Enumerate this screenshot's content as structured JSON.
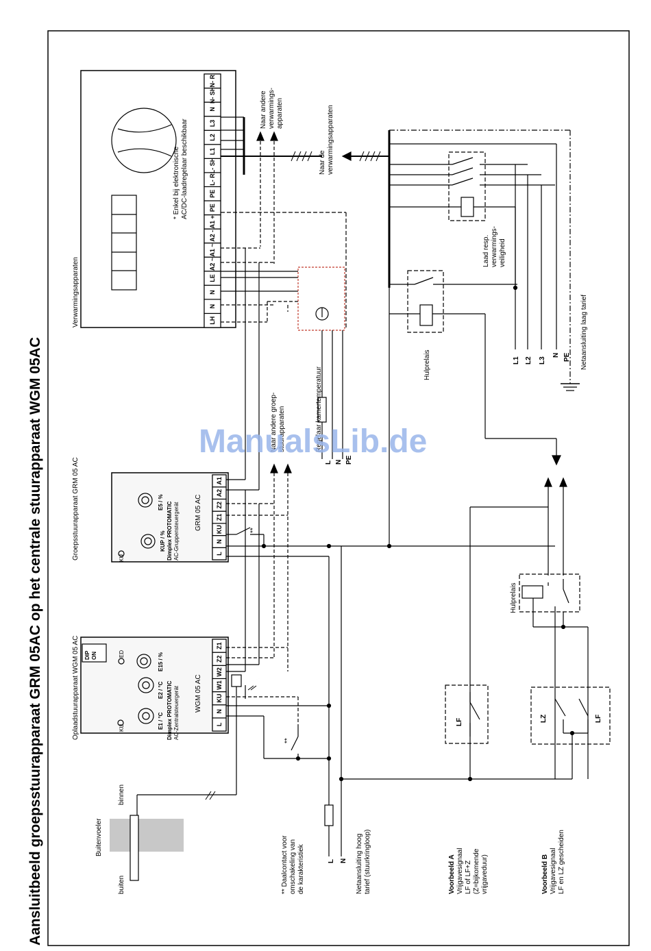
{
  "title": "Aansluitbeeld groepsstuurapparaat GRM 05AC op het centrale stuurapparaat WGM 05AC",
  "watermark": "ManualsLib.de",
  "heaters": {
    "label": "Verwarmingsapparaten",
    "note_star": "* Enkel bij elektronische",
    "note_line2": "AC/DC-laadregelaar beschikbaar",
    "to_other": [
      "Naar andere",
      "verwarmings-",
      "apparaten"
    ],
    "to_devices": [
      "Naar de",
      "verwarmingsapparaten"
    ],
    "terminals": [
      "LH",
      "N",
      "N",
      "LE",
      "A2 ~",
      "A1 ~",
      "A2 -",
      "A1 +",
      "PE",
      "PE",
      "L- R",
      "L- SH",
      "L1",
      "L2",
      "L3",
      "N",
      "N- SH",
      "N- R"
    ]
  },
  "room_controller": {
    "label": "Regelaar kamertemperatuur",
    "wires": [
      "L",
      "N",
      "PE"
    ]
  },
  "group_device": {
    "title": "Groepsstuurapparaat GRM 05 AC",
    "to_other": [
      "Naar andere groep-",
      "stuurapparaten"
    ],
    "brand": "Dimplex PROTOMATIC",
    "sub": "AC-Gruppensteuergerät",
    "model": "GRM 05 AC",
    "knob1": "KUP / %",
    "knob2": "E5 / %",
    "ku": "KU",
    "terminals": [
      "L",
      "N",
      "KU",
      "Z1",
      "Z2",
      "A2",
      "A1"
    ],
    "contact_mark": "**"
  },
  "charge_device": {
    "title": "Oplaadstuurapparaat WGM 05 AC",
    "brand": "Dimplex PROTOMATIC",
    "sub": "AC-Zentralsteuergerät",
    "model": "WGM 05 AC",
    "knobs": [
      "E1 / °C",
      "E2 / °C",
      "E15 / %"
    ],
    "ku": "KU",
    "ed": "ED",
    "dip": "DIP",
    "on": "ON",
    "terminals": [
      "L",
      "N",
      "KU",
      "W1",
      "W2",
      "Z2",
      "Z1"
    ],
    "contact_mark": "**"
  },
  "sensor": {
    "label": "Buitenvoeler",
    "outside": "buiten",
    "inside": "binnen"
  },
  "footnote": [
    "** Daalcontact voor",
    "omschakeling van",
    "de karakteristiek"
  ],
  "mains_high": {
    "wires": [
      "L",
      "N"
    ],
    "label": [
      "Netaansluiting hoog",
      "tarief (stuurkringloop)"
    ]
  },
  "mains_low": {
    "wires": [
      "L1",
      "L2",
      "L3",
      "N",
      "PE"
    ],
    "label": "Netaansluiting laag tarief"
  },
  "load_relay": [
    "Laad resp.",
    "verwarmings-",
    "veiligheid"
  ],
  "aux_relay_1": "Hulprelais",
  "aux_relay_2": "Hulprelais",
  "example_a": {
    "heading": "Voorbeeld A",
    "lines": [
      "Vrijgavesignaal",
      "LF of LF+Z",
      "(Z=bijkomende",
      "vrijgaveduur)"
    ],
    "contact": "LF"
  },
  "example_b": {
    "heading": "Voorbeeld B",
    "lines": [
      "Vrijgavesignaal",
      "LF en LZ gescheiden"
    ],
    "contacts": [
      "LZ",
      "LF"
    ]
  },
  "colors": {
    "line": "#000000",
    "box": "#f7f7f7",
    "sensor": "#c8c8c8",
    "controller_border": "#c0392b",
    "watermark": "#9ab6ea"
  }
}
